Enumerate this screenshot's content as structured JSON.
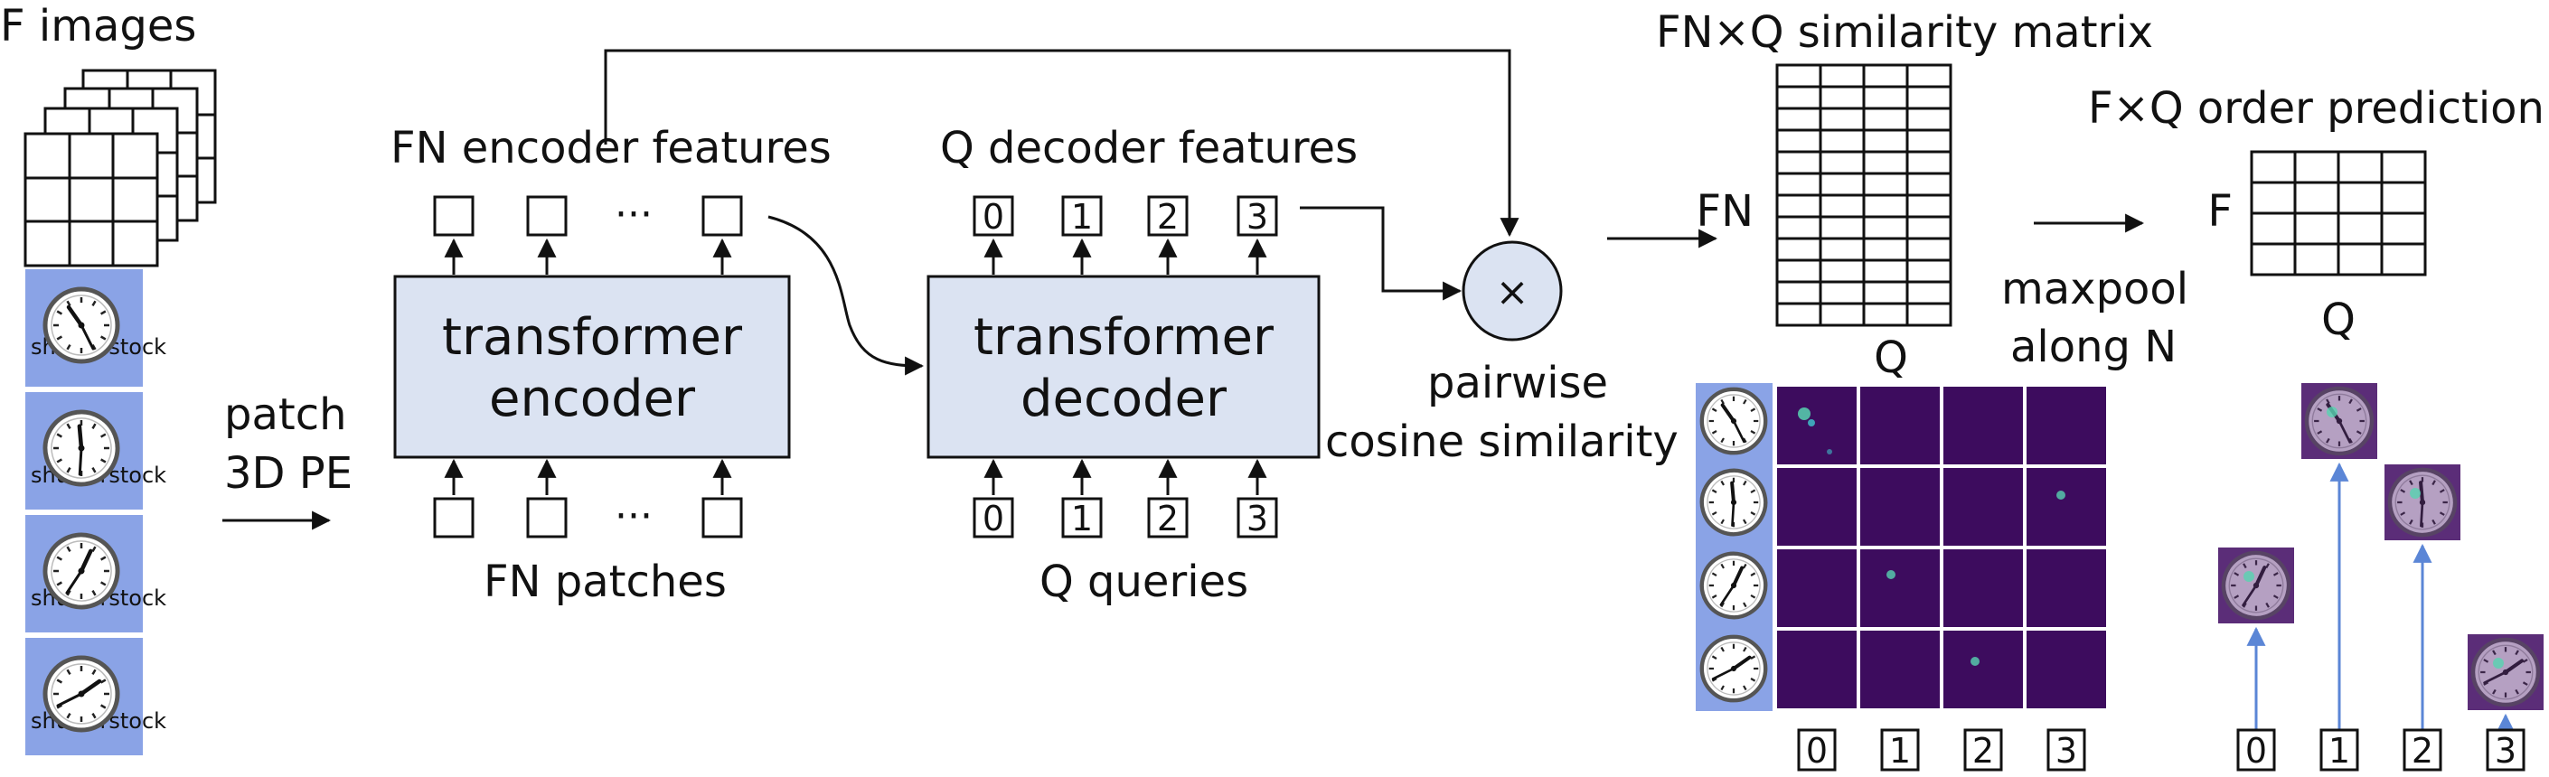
{
  "labels": {
    "f_images": "F images",
    "patch": "patch",
    "pe": "3D PE",
    "encoder_features": "FN encoder features",
    "decoder_features": "Q decoder features",
    "encoder_line1": "transformer",
    "encoder_line2": "encoder",
    "decoder_line1": "transformer",
    "decoder_line2": "decoder",
    "fn_patches": "FN patches",
    "q_queries": "Q queries",
    "multiply": "×",
    "pairwise": "pairwise",
    "cosine_similarity": "cosine similarity",
    "similarity_matrix_title": "FN×Q similarity matrix",
    "fn_axis": "FN",
    "q_axis": "Q",
    "maxpool_line1": "maxpool",
    "maxpool_line2": "along N",
    "order_title": "F×Q order prediction",
    "f_axis": "F",
    "q_axis2": "Q",
    "ellipsis": "···",
    "watermark": "shutterstock"
  },
  "query_indices": [
    "0",
    "1",
    "2",
    "3"
  ],
  "colors": {
    "box_fill": "#dbe3f2",
    "frame_blue": "#8aa3e6",
    "heatmap_bg": "#3d0c5e",
    "heatmap_hot": "#57d3b0",
    "order_tile": "#5b2d78",
    "arrow_blue": "#5b86d6"
  }
}
